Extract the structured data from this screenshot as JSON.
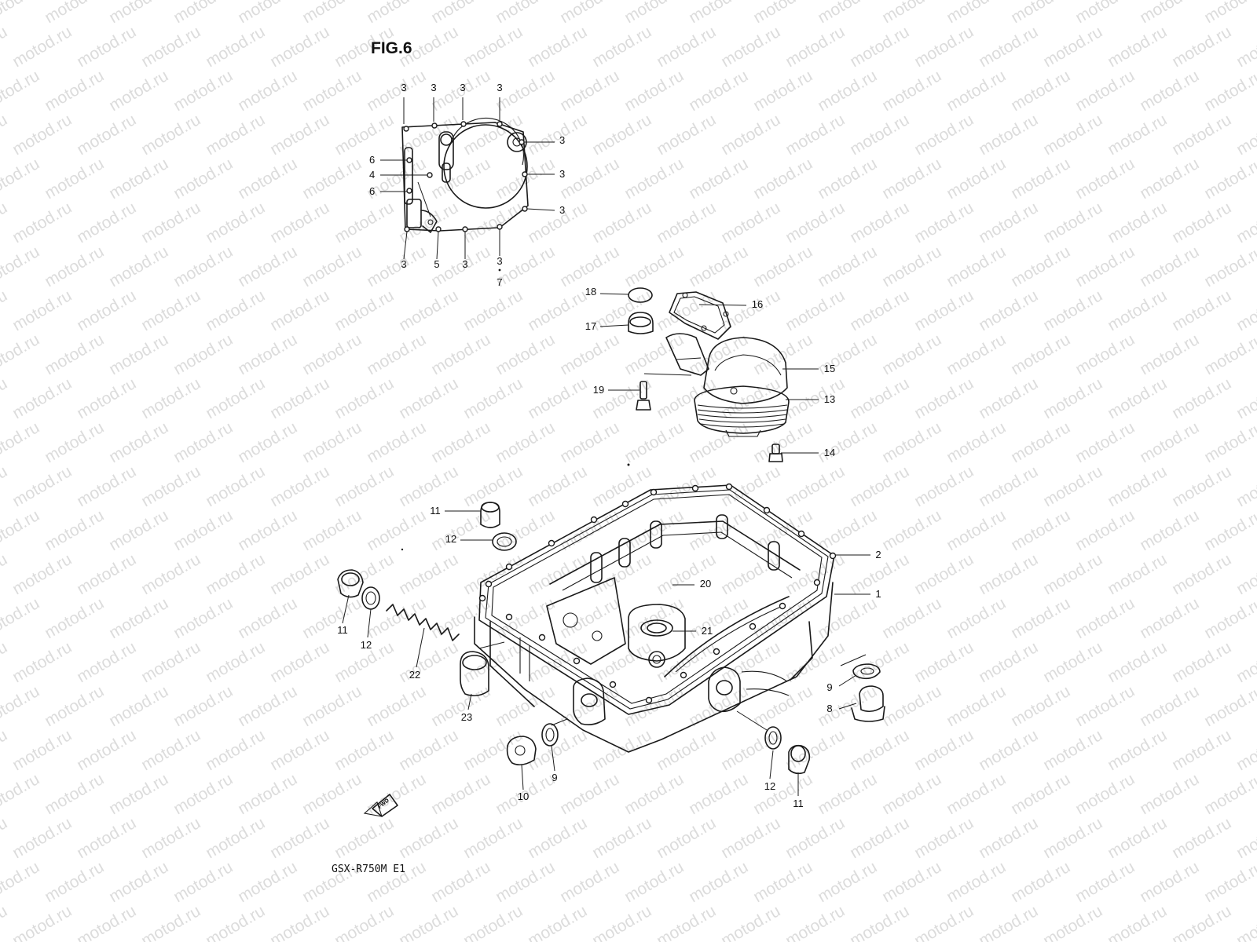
{
  "figure_title": "FIG.6",
  "model_code": "GSX-R750M E1",
  "watermark": "motod.ru",
  "fwd_label": "FWD",
  "callouts": [
    {
      "id": "c1",
      "text": "3"
    },
    {
      "id": "c2",
      "text": "3"
    },
    {
      "id": "c3",
      "text": "3"
    },
    {
      "id": "c4",
      "text": "3"
    },
    {
      "id": "c5",
      "text": "3"
    },
    {
      "id": "c6",
      "text": "6"
    },
    {
      "id": "c7",
      "text": "4"
    },
    {
      "id": "c8",
      "text": "6"
    },
    {
      "id": "c9",
      "text": "3"
    },
    {
      "id": "c10",
      "text": "3"
    },
    {
      "id": "c11",
      "text": "3"
    },
    {
      "id": "c12",
      "text": "5"
    },
    {
      "id": "c13",
      "text": "3"
    },
    {
      "id": "c14",
      "text": "3"
    },
    {
      "id": "c15",
      "text": "7"
    },
    {
      "id": "c16",
      "text": "18"
    },
    {
      "id": "c17",
      "text": "16"
    },
    {
      "id": "c18",
      "text": "17"
    },
    {
      "id": "c19",
      "text": "15"
    },
    {
      "id": "c20",
      "text": "19"
    },
    {
      "id": "c21",
      "text": "13"
    },
    {
      "id": "c22",
      "text": "14"
    },
    {
      "id": "c23",
      "text": "11"
    },
    {
      "id": "c24",
      "text": "12"
    },
    {
      "id": "c25",
      "text": "2"
    },
    {
      "id": "c26",
      "text": "20"
    },
    {
      "id": "c27",
      "text": "1"
    },
    {
      "id": "c28",
      "text": "21"
    },
    {
      "id": "c29",
      "text": "11"
    },
    {
      "id": "c30",
      "text": "12"
    },
    {
      "id": "c31",
      "text": "22"
    },
    {
      "id": "c32",
      "text": "23"
    },
    {
      "id": "c33",
      "text": "9"
    },
    {
      "id": "c34",
      "text": "8"
    },
    {
      "id": "c35",
      "text": "10"
    },
    {
      "id": "c36",
      "text": "9"
    },
    {
      "id": "c37",
      "text": "12"
    },
    {
      "id": "c38",
      "text": "11"
    }
  ]
}
